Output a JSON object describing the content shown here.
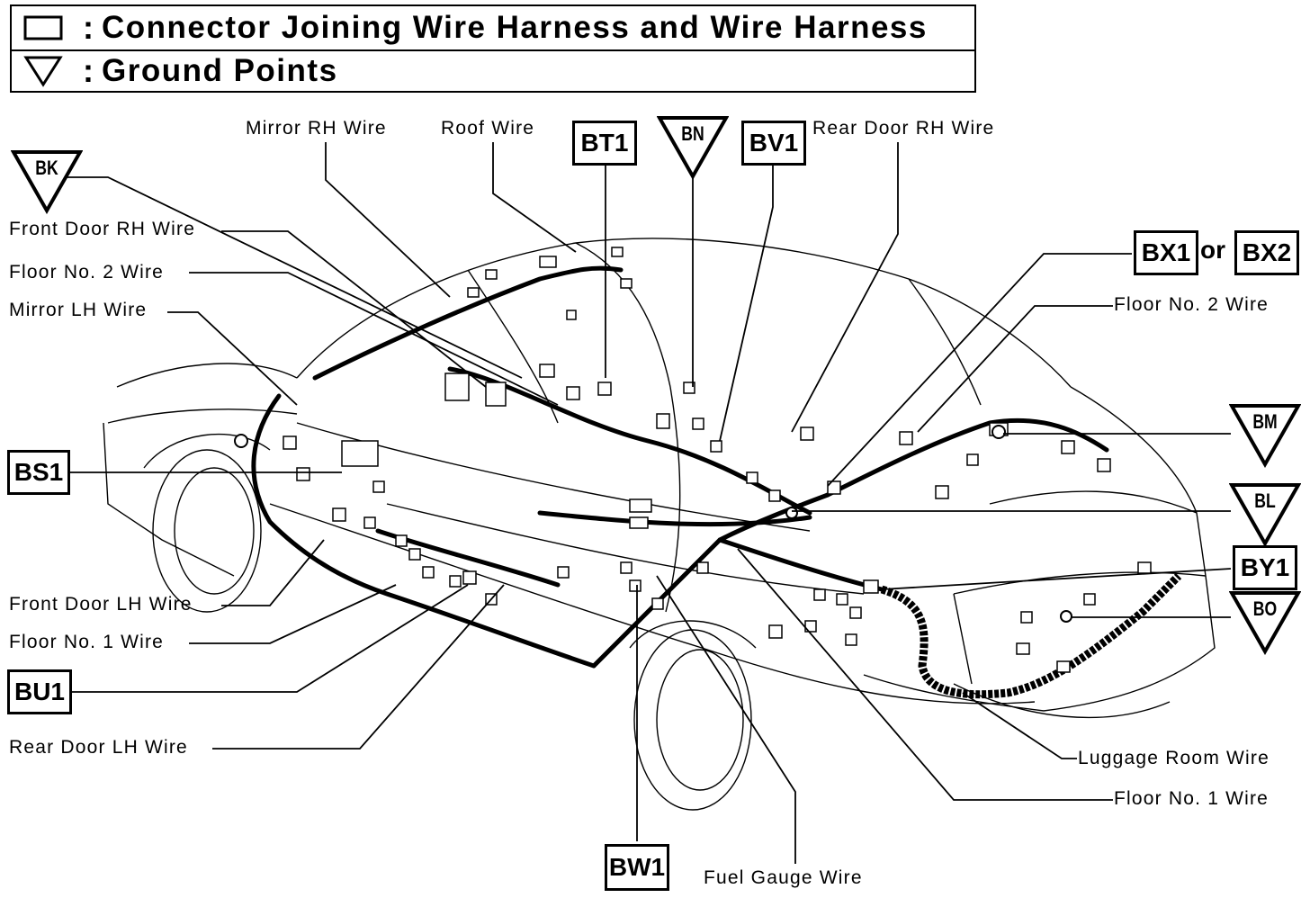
{
  "legend": {
    "connector_symbol": "connector-box-symbol",
    "connector_colon": ":",
    "connector_text": "Connector Joining Wire Harness and Wire Harness",
    "ground_symbol": "ground-triangle-symbol",
    "ground_colon": ":",
    "ground_text": "Ground Points"
  },
  "wire_labels": {
    "mirror_rh": "Mirror RH Wire",
    "roof": "Roof Wire",
    "rear_door_rh": "Rear Door RH Wire",
    "front_door_rh": "Front Door RH Wire",
    "floor_no2_left": "Floor No. 2 Wire",
    "mirror_lh": "Mirror LH Wire",
    "floor_no2_right": "Floor No. 2 Wire",
    "front_door_lh": "Front Door LH Wire",
    "floor_no1_left": "Floor No. 1 Wire",
    "rear_door_lh": "Rear Door LH Wire",
    "luggage_room": "Luggage Room Wire",
    "floor_no1_right": "Floor No. 1 Wire",
    "fuel_gauge": "Fuel Gauge Wire"
  },
  "connectors": {
    "bt1": "BT1",
    "bv1": "BV1",
    "bx1": "BX1",
    "or_text": "or",
    "bx2": "BX2",
    "bs1": "BS1",
    "by1": "BY1",
    "bu1": "BU1",
    "bw1": "BW1"
  },
  "grounds": {
    "bk": "BK",
    "bn": "BN",
    "bm": "BM",
    "bl": "BL",
    "bo": "BO"
  }
}
